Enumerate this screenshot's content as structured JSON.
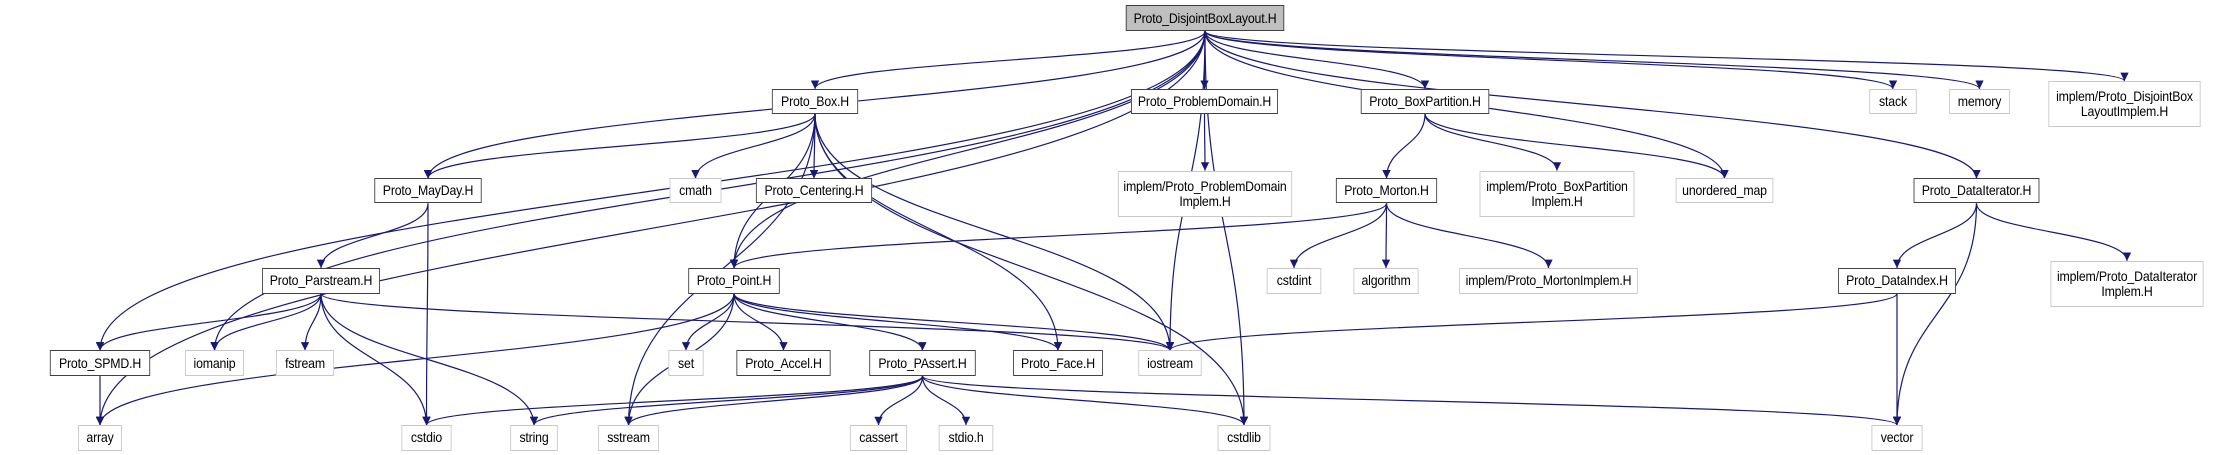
{
  "colors": {
    "edge": "#191970",
    "root_fill": "#bfbfbf",
    "documented_border": "#404040",
    "external_border": "#c8c8c8"
  },
  "nodes": [
    {
      "id": "root",
      "kind": "root",
      "lines": [
        "Proto_DisjointBoxLayout.H"
      ]
    },
    {
      "id": "box",
      "kind": "documented",
      "lines": [
        "Proto_Box.H"
      ]
    },
    {
      "id": "pd",
      "kind": "documented",
      "lines": [
        "Proto_ProblemDomain.H"
      ]
    },
    {
      "id": "bp",
      "kind": "documented",
      "lines": [
        "Proto_BoxPartition.H"
      ]
    },
    {
      "id": "stack",
      "kind": "external",
      "lines": [
        "stack"
      ]
    },
    {
      "id": "memory",
      "kind": "external",
      "lines": [
        "memory"
      ]
    },
    {
      "id": "dblimpl",
      "kind": "external",
      "lines": [
        "implem/Proto_DisjointBox",
        "LayoutImplem.H"
      ]
    },
    {
      "id": "mayday",
      "kind": "documented",
      "lines": [
        "Proto_MayDay.H"
      ]
    },
    {
      "id": "cmath",
      "kind": "external",
      "lines": [
        "cmath"
      ]
    },
    {
      "id": "centering",
      "kind": "documented",
      "lines": [
        "Proto_Centering.H"
      ]
    },
    {
      "id": "pdimpl",
      "kind": "external",
      "lines": [
        "implem/Proto_ProblemDomain",
        "Implem.H"
      ]
    },
    {
      "id": "morton",
      "kind": "documented",
      "lines": [
        "Proto_Morton.H"
      ]
    },
    {
      "id": "bpimpl",
      "kind": "external",
      "lines": [
        "implem/Proto_BoxPartition",
        "Implem.H"
      ]
    },
    {
      "id": "umap",
      "kind": "external",
      "lines": [
        "unordered_map"
      ]
    },
    {
      "id": "dataiter",
      "kind": "documented",
      "lines": [
        "Proto_DataIterator.H"
      ]
    },
    {
      "id": "parstream",
      "kind": "documented",
      "lines": [
        "Proto_Parstream.H"
      ]
    },
    {
      "id": "point",
      "kind": "documented",
      "lines": [
        "Proto_Point.H"
      ]
    },
    {
      "id": "cstdint",
      "kind": "external",
      "lines": [
        "cstdint"
      ]
    },
    {
      "id": "algorithm",
      "kind": "external",
      "lines": [
        "algorithm"
      ]
    },
    {
      "id": "mortonimpl",
      "kind": "external",
      "lines": [
        "implem/Proto_MortonImplem.H"
      ]
    },
    {
      "id": "dataindex",
      "kind": "documented",
      "lines": [
        "Proto_DataIndex.H"
      ]
    },
    {
      "id": "diimpl",
      "kind": "external",
      "lines": [
        "implem/Proto_DataIterator",
        "Implem.H"
      ]
    },
    {
      "id": "spmd",
      "kind": "documented",
      "lines": [
        "Proto_SPMD.H"
      ]
    },
    {
      "id": "iomanip",
      "kind": "external",
      "lines": [
        "iomanip"
      ]
    },
    {
      "id": "fstream",
      "kind": "external",
      "lines": [
        "fstream"
      ]
    },
    {
      "id": "set",
      "kind": "external",
      "lines": [
        "set"
      ]
    },
    {
      "id": "accel",
      "kind": "documented",
      "lines": [
        "Proto_Accel.H"
      ]
    },
    {
      "id": "passert",
      "kind": "documented",
      "lines": [
        "Proto_PAssert.H"
      ]
    },
    {
      "id": "face",
      "kind": "documented",
      "lines": [
        "Proto_Face.H"
      ]
    },
    {
      "id": "iostream",
      "kind": "external",
      "lines": [
        "iostream"
      ]
    },
    {
      "id": "array",
      "kind": "external",
      "lines": [
        "array"
      ]
    },
    {
      "id": "cstdio",
      "kind": "external",
      "lines": [
        "cstdio"
      ]
    },
    {
      "id": "string",
      "kind": "external",
      "lines": [
        "string"
      ]
    },
    {
      "id": "sstream",
      "kind": "external",
      "lines": [
        "sstream"
      ]
    },
    {
      "id": "cassert",
      "kind": "external",
      "lines": [
        "cassert"
      ]
    },
    {
      "id": "stdioh",
      "kind": "external",
      "lines": [
        "stdio.h"
      ]
    },
    {
      "id": "cstdlib",
      "kind": "external",
      "lines": [
        "cstdlib"
      ]
    },
    {
      "id": "vector",
      "kind": "external",
      "lines": [
        "vector"
      ]
    }
  ],
  "edges": [
    [
      "root",
      "array"
    ],
    [
      "root",
      "spmd"
    ],
    [
      "root",
      "iomanip"
    ],
    [
      "root",
      "mayday"
    ],
    [
      "root",
      "point"
    ],
    [
      "root",
      "box"
    ],
    [
      "root",
      "iostream"
    ],
    [
      "root",
      "pd"
    ],
    [
      "root",
      "bp"
    ],
    [
      "root",
      "umap"
    ],
    [
      "root",
      "cstdlib"
    ],
    [
      "root",
      "stack"
    ],
    [
      "root",
      "memory"
    ],
    [
      "root",
      "dblimpl"
    ],
    [
      "root",
      "dataiter"
    ],
    [
      "box",
      "mayday"
    ],
    [
      "box",
      "point"
    ],
    [
      "box",
      "sstream"
    ],
    [
      "box",
      "cmath"
    ],
    [
      "box",
      "centering"
    ],
    [
      "box",
      "face"
    ],
    [
      "box",
      "iostream"
    ],
    [
      "box",
      "cstdlib"
    ],
    [
      "pd",
      "pdimpl"
    ],
    [
      "bp",
      "morton"
    ],
    [
      "bp",
      "bpimpl"
    ],
    [
      "bp",
      "umap"
    ],
    [
      "morton",
      "point"
    ],
    [
      "morton",
      "cstdint"
    ],
    [
      "morton",
      "algorithm"
    ],
    [
      "morton",
      "mortonimpl"
    ],
    [
      "dataiter",
      "dataindex"
    ],
    [
      "dataiter",
      "vector"
    ],
    [
      "dataiter",
      "diimpl"
    ],
    [
      "dataindex",
      "iostream"
    ],
    [
      "dataindex",
      "vector"
    ],
    [
      "mayday",
      "parstream"
    ],
    [
      "mayday",
      "cstdio"
    ],
    [
      "parstream",
      "spmd"
    ],
    [
      "parstream",
      "iomanip"
    ],
    [
      "parstream",
      "fstream"
    ],
    [
      "parstream",
      "cstdio"
    ],
    [
      "parstream",
      "string"
    ],
    [
      "parstream",
      "iostream"
    ],
    [
      "spmd",
      "array"
    ],
    [
      "point",
      "array"
    ],
    [
      "point",
      "sstream"
    ],
    [
      "point",
      "set"
    ],
    [
      "point",
      "accel"
    ],
    [
      "point",
      "passert"
    ],
    [
      "point",
      "face"
    ],
    [
      "point",
      "iostream"
    ],
    [
      "passert",
      "cstdio"
    ],
    [
      "passert",
      "string"
    ],
    [
      "passert",
      "sstream"
    ],
    [
      "passert",
      "cassert"
    ],
    [
      "passert",
      "stdioh"
    ],
    [
      "passert",
      "cstdlib"
    ],
    [
      "passert",
      "vector"
    ]
  ]
}
